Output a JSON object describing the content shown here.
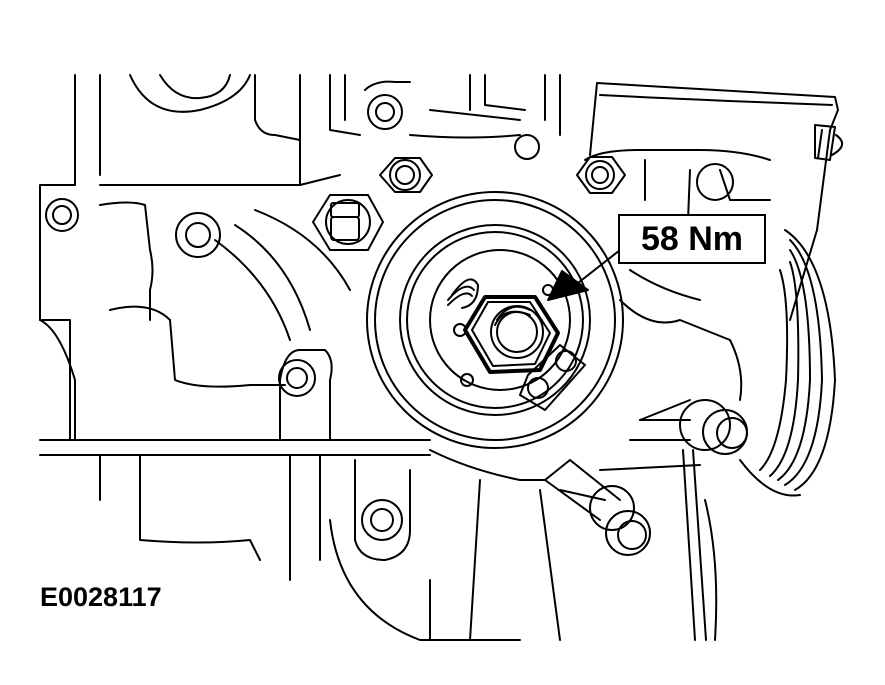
{
  "diagram": {
    "subject": "Engine oil filter adapter / oil cooler with center retaining nut",
    "callout": {
      "torque_label": "58 Nm",
      "pointer": "arrow-to-center-nut"
    },
    "figure_id": "E0028117",
    "colors": {
      "line": "#000000",
      "background": "#ffffff"
    }
  }
}
